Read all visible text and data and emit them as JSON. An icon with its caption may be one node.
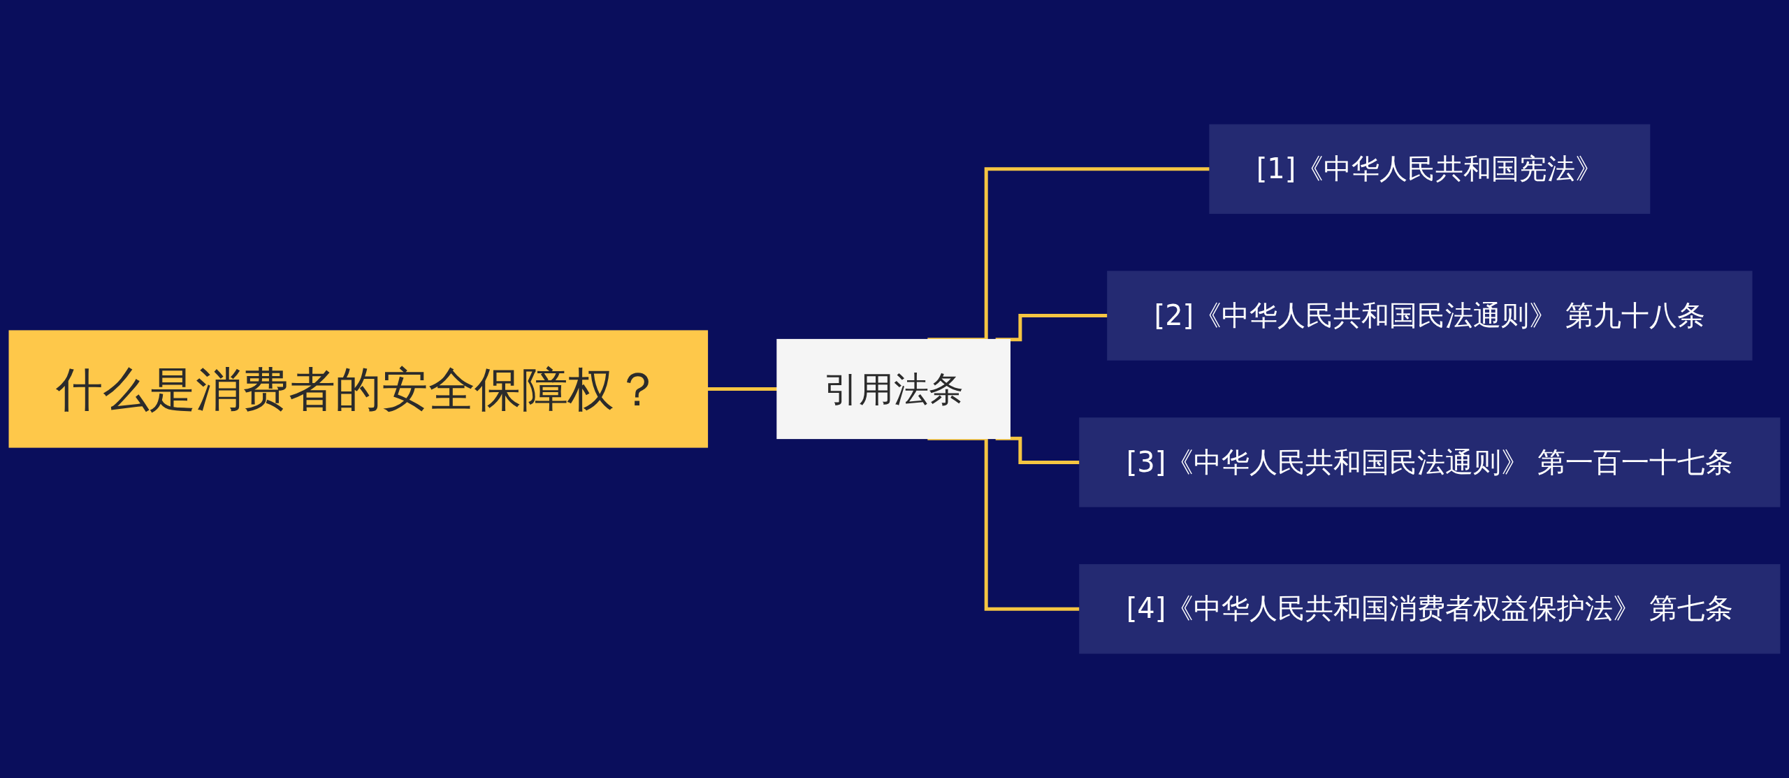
{
  "diagram": {
    "nodes": [
      {
        "text": [
          "什么是消费者的安全保障权？"
        ]
      },
      {
        "text": [
          "引用法条"
        ]
      },
      {
        "text": [
          "[1]《中华人民共和国宪法》"
        ]
      },
      {
        "text": [
          "[2]《中华人民共和国民法通则》 第九十八条"
        ]
      },
      {
        "text": [
          "[3]《中华人民共和国民法通则》 第一百一十七条"
        ]
      },
      {
        "text": [
          "[4]《中华人民共和国消费者权益保护法》 第七条"
        ]
      }
    ],
    "edges": [
      {
        "from": 0,
        "to": 1,
        "arrow": "none"
      },
      {
        "from": 1,
        "to": 2,
        "arrow": "none"
      },
      {
        "from": 1,
        "to": 3,
        "arrow": "none"
      },
      {
        "from": 1,
        "to": 4,
        "arrow": "none"
      },
      {
        "from": 1,
        "to": 5,
        "arrow": "none"
      }
    ]
  }
}
